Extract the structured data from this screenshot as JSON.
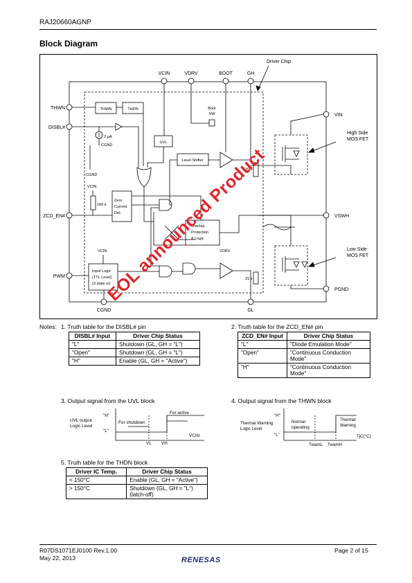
{
  "header": {
    "part": "RAJ20660AGNP"
  },
  "section": {
    "title": "Block Diagram"
  },
  "diagram": {
    "driver_chip": "Driver Chip",
    "pins_top": [
      "VCIN",
      "VDRV",
      "BOOT",
      "GH"
    ],
    "pins_left": [
      "THWN",
      "DISBL#",
      "ZCD_EN#",
      "PWM"
    ],
    "pins_right": [
      "VIN",
      "VSWH",
      "PGND"
    ],
    "pins_bottom": [
      "CGND",
      "GL"
    ],
    "blocks": {
      "thwn": "THWN",
      "thdn": "THDN",
      "uvl": "UVL",
      "boot_sw": [
        "Boot",
        "SW"
      ],
      "level_shifter": "Level Shifter",
      "zero_current": [
        "Zero",
        "Current",
        "Det."
      ],
      "overlap": [
        "Overlap",
        "Protection",
        "& Logic"
      ],
      "input_logic": [
        "Input Logic",
        "(TTL Level)",
        "(3 state in)"
      ]
    },
    "labels": {
      "current_source": "2 µA",
      "cgnd_a": "CGND",
      "cgnd_b": "CGND",
      "vcin_a": "VCIN",
      "vcin_b": "VCIN",
      "vdrv_b": "VDRV",
      "r160k": "160 k",
      "r20k": "20 k",
      "r15k": "15 k",
      "high_side": [
        "High Side",
        "MOS FET"
      ],
      "low_side": [
        "Low Side",
        "MOS FET"
      ]
    }
  },
  "notes": {
    "lead": "Notes:",
    "n1": "1.   Truth table for the DISBL# pin",
    "n2": "2.   Truth table for the ZCD_EN# pin",
    "n3": "3.   Output signal from the UVL block",
    "n4": "4.   Output signal from the THWN block",
    "n5": "5.   Truth table for the THDN block"
  },
  "table1": {
    "headers": [
      "DISBL# Input",
      "Driver Chip Status"
    ],
    "rows": [
      [
        "\"L\"",
        "Shutdown (GL, GH = \"L\")"
      ],
      [
        "\"Open\"",
        "Shutdown (GL, GH = \"L\")"
      ],
      [
        "\"H\"",
        "Enable (GL, GH = \"Active\")"
      ]
    ]
  },
  "table2": {
    "headers": [
      "ZCD_EN# Input",
      "Driver Chip Status"
    ],
    "rows": [
      [
        "\"L\"",
        "\"Diode Emulation Mode\""
      ],
      [
        "\"Open\"",
        "\"Continuous Conduction Mode\""
      ],
      [
        "\"H\"",
        "\"Continuous Conduction Mode\""
      ]
    ]
  },
  "table5": {
    "headers": [
      "Driver IC Temp.",
      "Driver Chip Status"
    ],
    "rows": [
      [
        "< 150°C",
        "Enable (GL, GH = \"Active\")"
      ],
      [
        "> 150°C",
        "Shutdown (GL, GH = \"L\") (latch-off)"
      ]
    ]
  },
  "uvl_graph": {
    "ylabel": [
      "UVL output",
      "Logic Level"
    ],
    "h": "\"H\"",
    "l": "\"L\"",
    "for_shutdown": "For shutdown",
    "for_active": "For active",
    "vl": "VL",
    "vh": "VH",
    "xlabel": "VCIN"
  },
  "thwn_graph": {
    "ylabel": [
      "Thermal Warning",
      "Logic Level"
    ],
    "h": "\"H\"",
    "l": "\"L\"",
    "normal": [
      "Normal",
      "operating"
    ],
    "warning": [
      "Thermal",
      "Warning"
    ],
    "twaml": "TwamL",
    "twamh": "TwamH",
    "xlabel": "TjC(°C)"
  },
  "footer": {
    "doc": "R07DS1071EJ0100  Rev.1.00",
    "date": "May 22, 2013",
    "page": "Page 2 of 15",
    "logo": "RENESAS"
  },
  "watermark": "EOL announced Product"
}
